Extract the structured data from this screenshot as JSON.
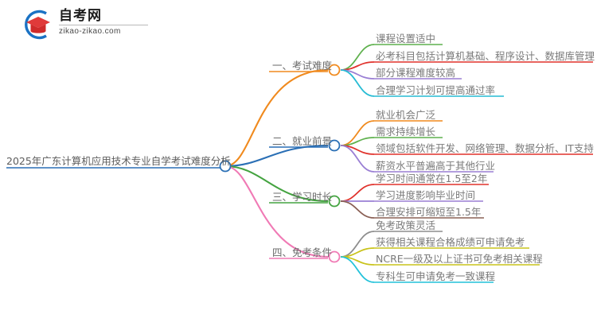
{
  "logo": {
    "title": "自考网",
    "subtitle": "zikao-zikao.com",
    "mark_name": "graduation-cap-logo",
    "arc_color": "#1a72c4",
    "cap_color": "#e03a3a"
  },
  "mindmap": {
    "root": {
      "label": "2025年广东计算机应用技术专业自学考试难度分析",
      "node_color": "#2a6fb5",
      "underline_color": "#2a6fb5"
    },
    "branches": [
      {
        "label": "一、考试难度",
        "color": "#f08a1e",
        "node_color": "#f08a1e",
        "leaves": [
          {
            "label": "课程设置适中",
            "color": "#5fb14e"
          },
          {
            "label": "必考科目包括计算机基础、程序设计、数据库管理",
            "color": "#e0322c"
          },
          {
            "label": "部分课程难度较高",
            "color": "#9a7fd4"
          },
          {
            "label": "合理学习计划可提高通过率",
            "color": "#27bcd4"
          }
        ]
      },
      {
        "label": "二、就业前景",
        "color": "#2a6fb5",
        "node_color": "#2a6fb5",
        "leaves": [
          {
            "label": "就业机会广泛",
            "color": "#f08a1e"
          },
          {
            "label": "需求持续增长",
            "color": "#5fb14e"
          },
          {
            "label": "领域包括软件开发、网络管理、数据分析、IT支持",
            "color": "#e0322c"
          },
          {
            "label": "薪资水平普遍高于其他行业",
            "color": "#9a7fd4"
          }
        ]
      },
      {
        "label": "三、学习时长",
        "color": "#44a340",
        "node_color": "#44a340",
        "leaves": [
          {
            "label": "学习时间通常在1.5至2年",
            "color": "#e0322c"
          },
          {
            "label": "学习进度影响毕业时间",
            "color": "#9a7fd4"
          },
          {
            "label": "合理安排可缩短至1.5年",
            "color": "#8a6055"
          }
        ]
      },
      {
        "label": "四、免考条件",
        "color": "#f07ab5",
        "node_color": "#f07ab5",
        "leaves": [
          {
            "label": "免考政策灵活",
            "color": "#8d8d8d"
          },
          {
            "label": "获得相关课程合格成绩可申请免考",
            "color": "#c9c31c"
          },
          {
            "label": "NCRE一级及以上证书可免考相关课程",
            "color": "#c9c31c"
          },
          {
            "label": "专科生可申请免考一致课程",
            "color": "#22c2da"
          }
        ]
      }
    ]
  }
}
